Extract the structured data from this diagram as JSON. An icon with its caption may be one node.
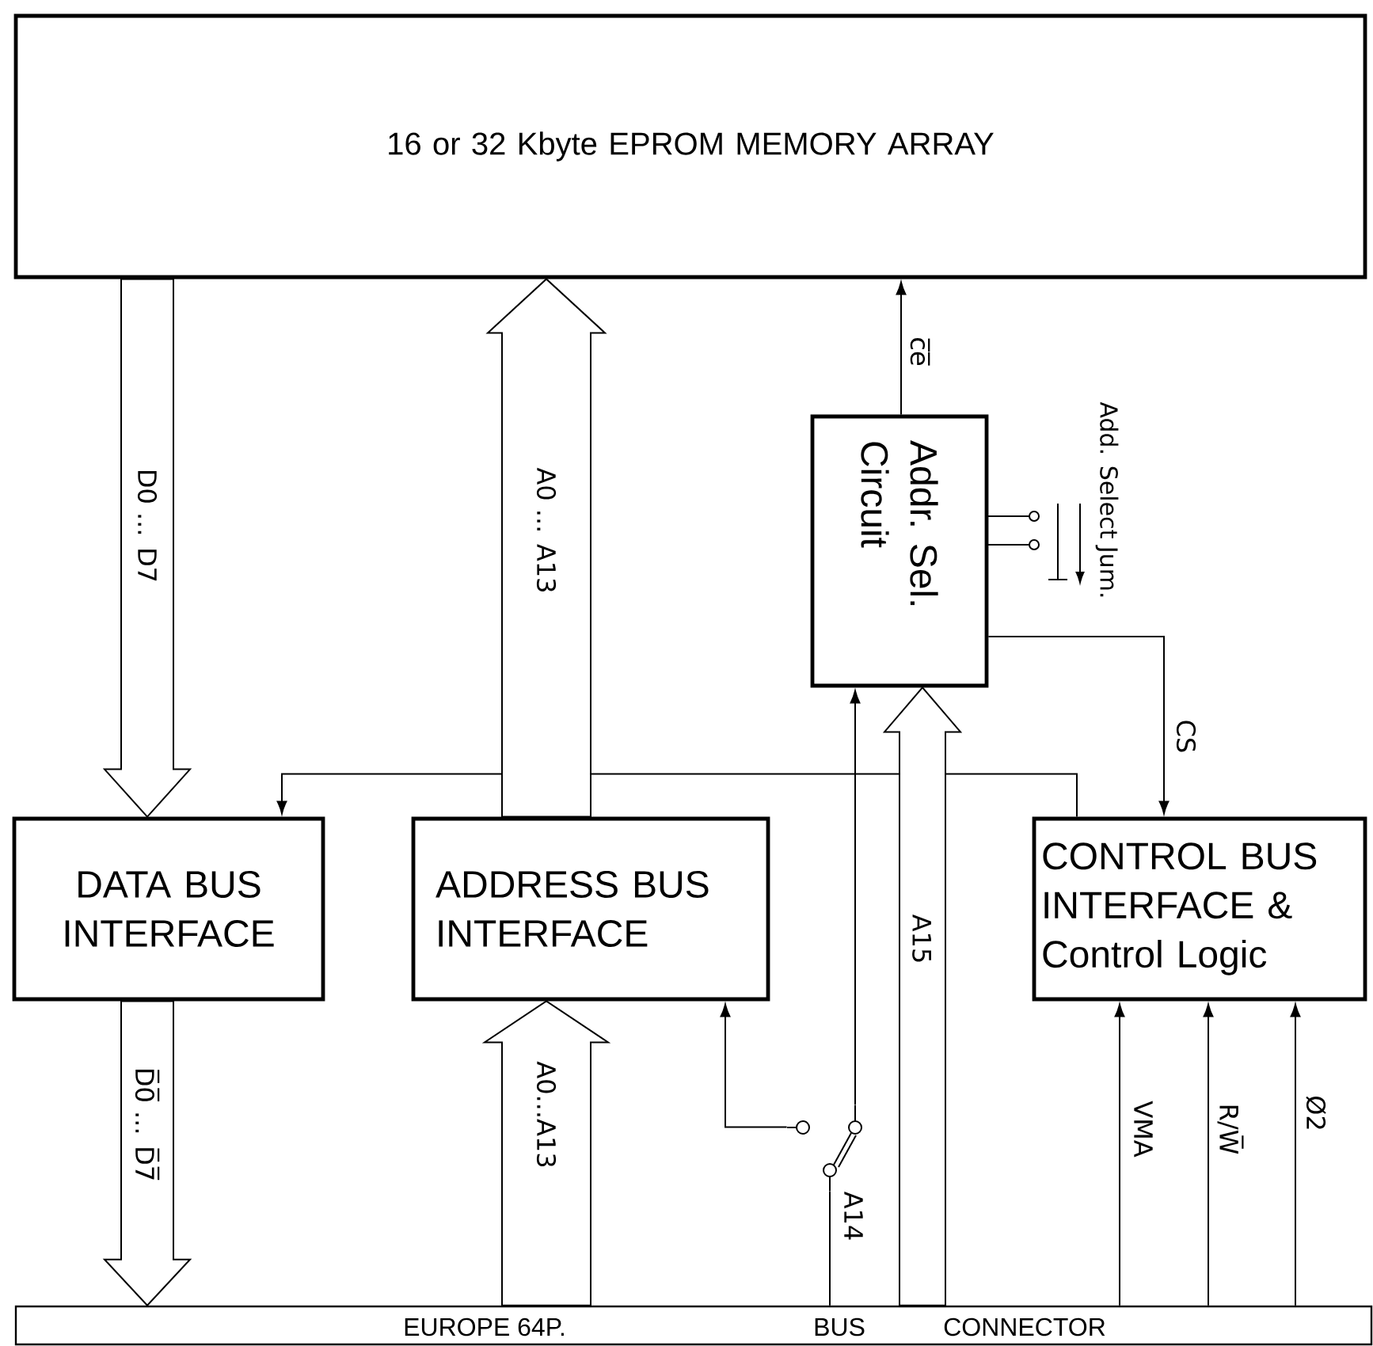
{
  "diagram": {
    "nodes": [
      {
        "text": [
          "16 or 32 Kbyte EPROM MEMORY ARRAY"
        ]
      },
      {
        "text": [
          "Addr. Sel. Circuit"
        ]
      },
      {
        "text": [
          "DATA BUS INTERFACE"
        ]
      },
      {
        "text": [
          "ADDRESS BUS INTERFACE"
        ]
      },
      {
        "text": [
          "CONTROL BUS INTERFACE & Control Logic"
        ]
      },
      {
        "text": [
          "EUROPE 64P.",
          "BUS",
          "CONNECTOR"
        ]
      },
      {
        "text": [],
        "shape": "switch"
      }
    ],
    "edges": [
      {
        "from": 0,
        "to": 2,
        "arrow": "to",
        "style": "thick",
        "label": "D0 ... D7"
      },
      {
        "from": 3,
        "to": 0,
        "arrow": "to",
        "style": "thick",
        "label": "A0 ... A13"
      },
      {
        "from": 1,
        "to": 0,
        "arrow": "to",
        "label": "c̅e̅"
      },
      {
        "from": 1,
        "to": 4,
        "arrow": "to",
        "label": "CS"
      },
      {
        "from": 4,
        "to": 2,
        "arrow": "to"
      },
      {
        "from": 5,
        "to": 1,
        "arrow": "to",
        "style": "thick",
        "label": "A15"
      },
      {
        "from": 5,
        "to": 6,
        "arrow": "none",
        "label": "A14"
      },
      {
        "from": 6,
        "to": 3,
        "arrow": "to"
      },
      {
        "from": 6,
        "to": 1,
        "arrow": "to"
      },
      {
        "from": 2,
        "to": 5,
        "arrow": "to",
        "style": "thick",
        "label": "D̅0̅ ... D̅7̅"
      },
      {
        "from": 5,
        "to": 3,
        "arrow": "to",
        "style": "thick",
        "label": "A0...A13"
      },
      {
        "from": 5,
        "to": 4,
        "arrow": "to",
        "label": "VMA"
      },
      {
        "from": 5,
        "to": 4,
        "arrow": "to",
        "label": "R/W̅"
      },
      {
        "from": 5,
        "to": 4,
        "arrow": "to",
        "label": "Ø2"
      }
    ],
    "labels": [
      "Add. Select Jum."
    ]
  }
}
